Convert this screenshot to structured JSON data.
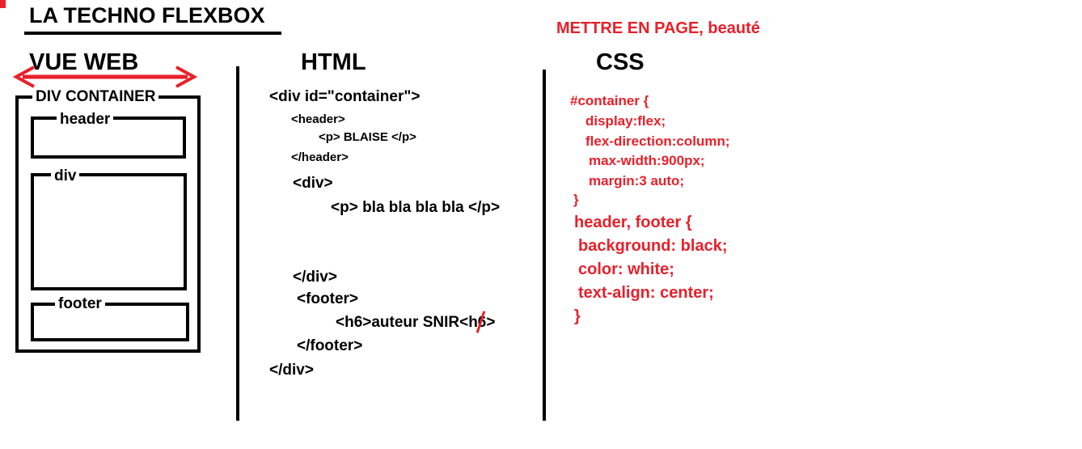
{
  "title": "LA TECHNO FLEXBOX",
  "subtitle": "METTRE EN PAGE, beauté",
  "colors": {
    "accent": "#e8202a",
    "ink": "#000000"
  },
  "web_view": {
    "heading": "VUE WEB",
    "arrow": "double-arrow-horizontal",
    "container_label": "DIV CONTAINER",
    "header_label": "header",
    "div_label": "div",
    "footer_label": "footer"
  },
  "html_section": {
    "heading": "HTML",
    "lines": [
      "<div id=\"container\">",
      "<header>",
      "<p> BLAISE </p>",
      "</header>",
      "<div>",
      "<p> bla bla bla bla </p>",
      "</div>",
      "<footer>",
      "<h6>auteur SNIR<h6>",
      "</footer>",
      "</div>"
    ]
  },
  "css_section": {
    "heading": "CSS",
    "lines": [
      "#container {",
      "display:flex;",
      "flex-direction:column;",
      "max-width:900px;",
      "margin:3 auto;",
      "}",
      "header, footer {",
      "background: black;",
      "color: white;",
      "text-align: center;",
      "}"
    ]
  }
}
